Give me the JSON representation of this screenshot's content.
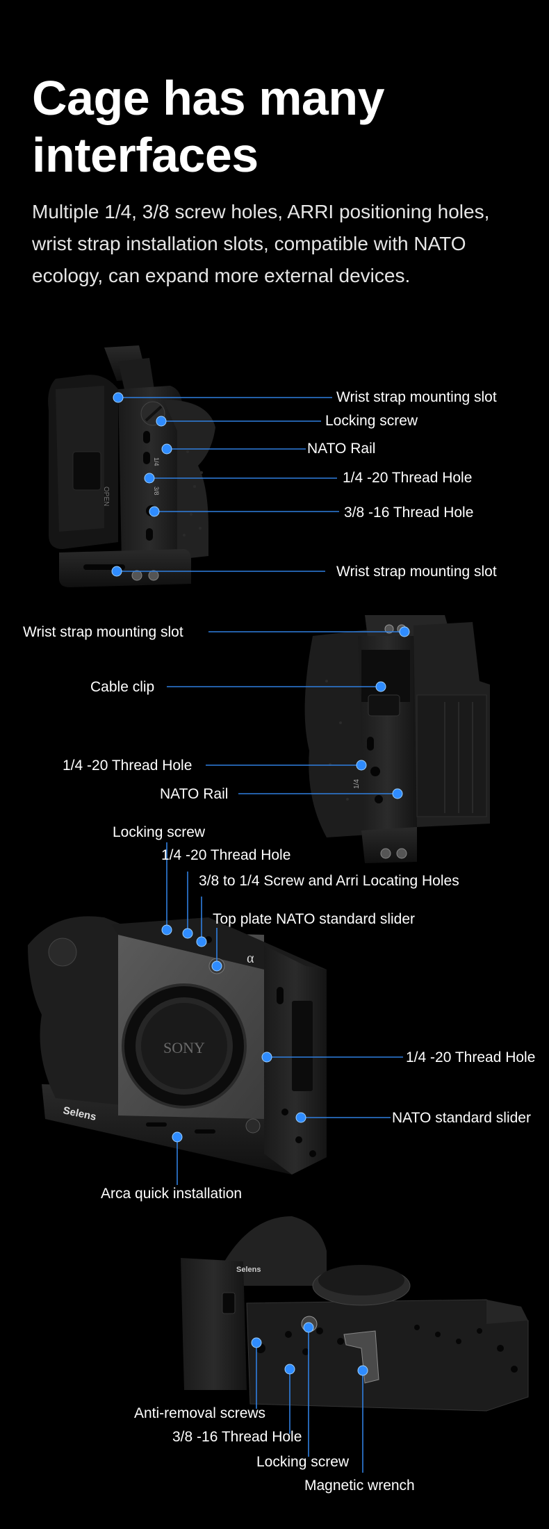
{
  "title": "Cage has many interfaces",
  "subtitle": "Multiple 1/4, 3/8 screw holes, ARRI positioning holes, wrist strap installation slots, compatible with NATO ecology, can expand more external devices.",
  "colors": {
    "background": "#000000",
    "callout_line": "#2f7fe0",
    "callout_dot": "#2f8cff",
    "text": "#ffffff"
  },
  "panels": [
    {
      "id": "side-right",
      "callouts": [
        "Wrist strap mounting slot",
        "Locking screw",
        "NATO Rail",
        "1/4 -20 Thread Hole",
        "3/8 -16 Thread Hole",
        "Wrist strap mounting slot"
      ],
      "engravings": [
        "OPEN",
        "1/4",
        "3/8"
      ]
    },
    {
      "id": "side-left",
      "callouts": [
        "Wrist strap mounting slot",
        "Cable clip",
        "1/4 -20 Thread Hole",
        "NATO Rail"
      ],
      "engravings": [
        "1/4"
      ]
    },
    {
      "id": "front",
      "callouts": [
        "Locking screw",
        "1/4 -20 Thread Hole",
        "3/8 to 1/4 Screw and Arri Locating Holes",
        "Top plate NATO standard slider",
        "1/4 -20 Thread Hole",
        "NATO standard slider",
        "Arca quick installation"
      ],
      "engravings": [
        "Selens",
        "SONY",
        "α"
      ]
    },
    {
      "id": "bottom",
      "callouts": [
        "Anti-removal screws",
        "3/8 -16 Thread Hole",
        "Locking screw",
        "Magnetic wrench"
      ],
      "engravings": [
        "Selens"
      ]
    }
  ]
}
